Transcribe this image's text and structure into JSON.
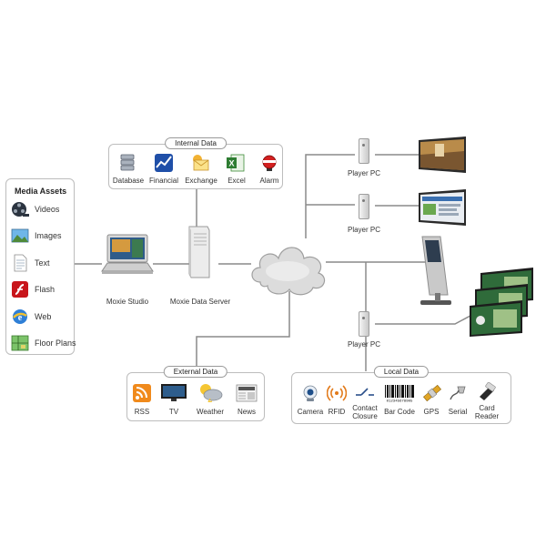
{
  "internal_data": {
    "title": "Internal Data",
    "items": [
      {
        "label": "Database",
        "icon": "database-icon"
      },
      {
        "label": "Financial",
        "icon": "financial-chart-icon"
      },
      {
        "label": "Exchange",
        "icon": "exchange-envelope-icon"
      },
      {
        "label": "Excel",
        "icon": "excel-icon"
      },
      {
        "label": "Alarm",
        "icon": "alarm-icon"
      }
    ]
  },
  "media_assets": {
    "title": "Media Assets",
    "items": [
      {
        "label": "Videos",
        "icon": "film-reel-icon"
      },
      {
        "label": "Images",
        "icon": "image-icon"
      },
      {
        "label": "Text",
        "icon": "text-document-icon"
      },
      {
        "label": "Flash",
        "icon": "flash-icon"
      },
      {
        "label": "Web",
        "icon": "web-globe-icon"
      },
      {
        "label": "Floor Plans",
        "icon": "floor-plan-icon"
      }
    ]
  },
  "nodes": {
    "studio": "Moxie Studio",
    "server": "Moxie Data Server",
    "player_1": "Player PC",
    "player_2": "Player PC",
    "player_3": "Player PC"
  },
  "external_data": {
    "title": "External Data",
    "items": [
      {
        "label": "RSS",
        "icon": "rss-icon"
      },
      {
        "label": "TV",
        "icon": "tv-icon"
      },
      {
        "label": "Weather",
        "icon": "weather-icon"
      },
      {
        "label": "News",
        "icon": "newspaper-icon"
      }
    ]
  },
  "local_data": {
    "title": "Local Data",
    "items": [
      {
        "label": "Camera",
        "icon": "camera-icon"
      },
      {
        "label": "RFID",
        "icon": "rfid-icon"
      },
      {
        "label": "Contact Closure",
        "icon": "contact-closure-icon"
      },
      {
        "label": "Bar Code",
        "icon": "barcode-icon"
      },
      {
        "label": "GPS",
        "icon": "gps-satellite-icon"
      },
      {
        "label": "Serial",
        "icon": "serial-cable-icon"
      },
      {
        "label": "Card Reader",
        "icon": "card-reader-icon"
      }
    ],
    "barcode_digits": "012345678905"
  },
  "colors": {
    "wire": "#8a8a8a",
    "panel_border": "#bdbdbd",
    "cloud": "#d9d9d9"
  }
}
